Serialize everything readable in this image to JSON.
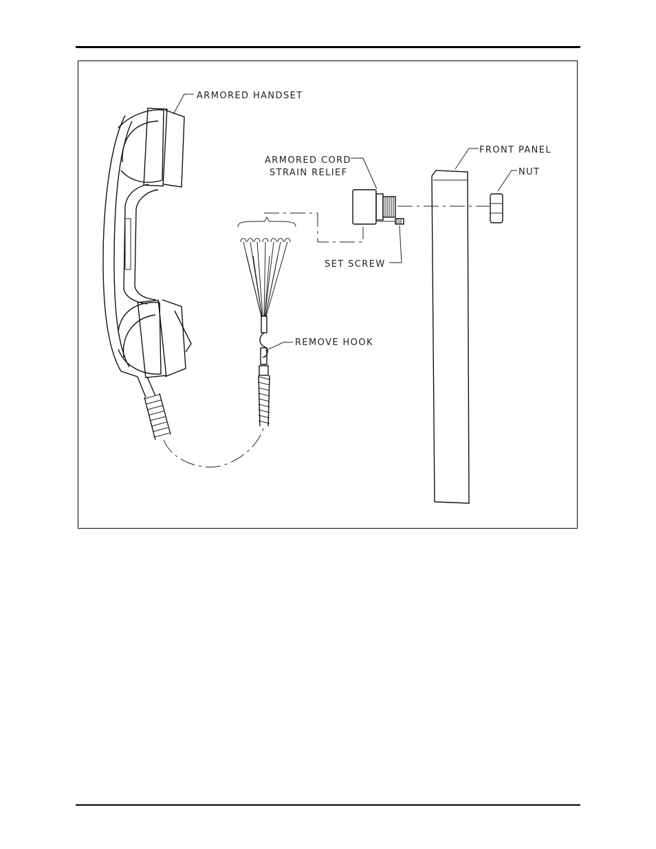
{
  "labels": {
    "armored_handset": "ARMORED HANDSET",
    "armored_cord_line1": "ARMORED CORD",
    "armored_cord_line2": "STRAIN RELIEF",
    "front_panel": "FRONT PANEL",
    "nut": "NUT",
    "set_screw": "SET SCREW",
    "remove_hook": "REMOVE HOOK"
  }
}
